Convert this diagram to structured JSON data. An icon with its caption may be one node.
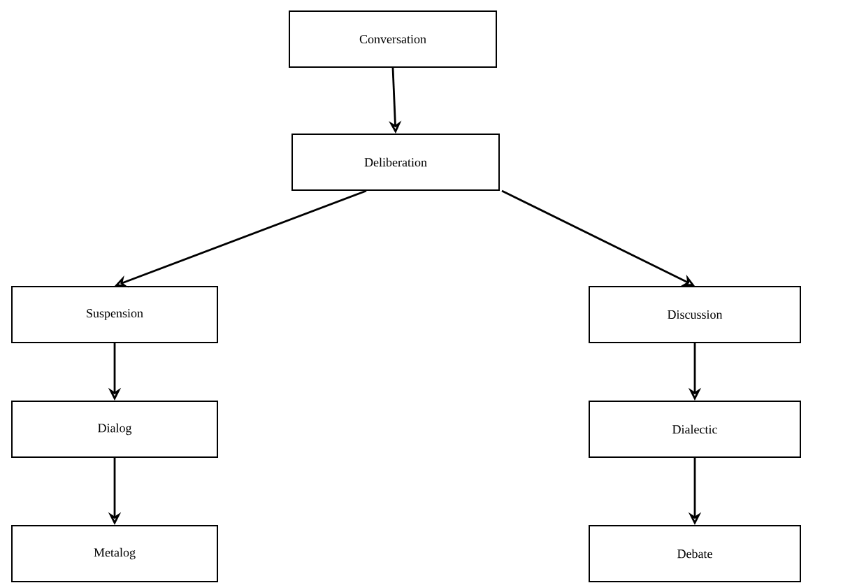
{
  "diagram": {
    "nodes": [
      {
        "text": [
          "Conversation"
        ]
      },
      {
        "text": [
          "Deliberation"
        ]
      },
      {
        "text": [
          "Suspension"
        ]
      },
      {
        "text": [
          "Discussion"
        ]
      },
      {
        "text": [
          "Dialog"
        ]
      },
      {
        "text": [
          "Dialectic"
        ]
      },
      {
        "text": [
          "Metalog"
        ]
      },
      {
        "text": [
          "Debate"
        ]
      }
    ],
    "edges": [
      {
        "from": 0,
        "to": 1,
        "arrow": "to"
      },
      {
        "from": 1,
        "to": 2,
        "arrow": "to"
      },
      {
        "from": 1,
        "to": 3,
        "arrow": "to"
      },
      {
        "from": 2,
        "to": 4,
        "arrow": "to"
      },
      {
        "from": 4,
        "to": 6,
        "arrow": "to"
      },
      {
        "from": 3,
        "to": 5,
        "arrow": "to"
      },
      {
        "from": 5,
        "to": 7,
        "arrow": "to"
      }
    ]
  }
}
